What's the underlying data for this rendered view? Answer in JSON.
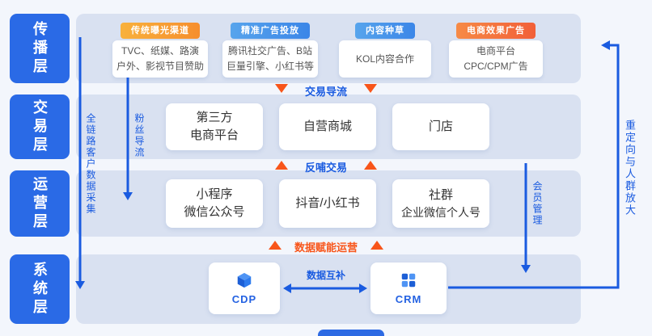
{
  "colors": {
    "layer_blue": "#2a6ae6",
    "line_blue": "#1a5be0",
    "accent_orange": "#f8551a",
    "header_orange": "#f59c30",
    "header_blue": "#3e8de8",
    "header_red": "#f2683c",
    "panel_bg": "#d9e1f1"
  },
  "layers": {
    "l1": "传播层",
    "l2": "交易层",
    "l3": "运营层",
    "l4": "系统层"
  },
  "channels": {
    "c1": {
      "header": "传统曝光渠道",
      "line1": "TVC、纸媒、路演",
      "line2": "户外、影视节目赞助"
    },
    "c2": {
      "header": "精准广告投放",
      "line1": "腾讯社交广告、B站",
      "line2": "巨量引擎、小红书等"
    },
    "c3": {
      "header": "内容种草",
      "line1": "KOL内容合作"
    },
    "c4": {
      "header": "电商效果广告",
      "line1": "电商平台",
      "line2": "CPC/CPM广告"
    }
  },
  "transaction": {
    "b1": {
      "line1": "第三方",
      "line2": "电商平台"
    },
    "b2": {
      "line1": "自营商城"
    },
    "b3": {
      "line1": "门店"
    }
  },
  "operation": {
    "b1": {
      "line1": "小程序",
      "line2": "微信公众号"
    },
    "b2": {
      "line1": "抖音/小红书"
    },
    "b3": {
      "line1": "社群",
      "line2": "企业微信个人号"
    }
  },
  "system": {
    "cdp": "CDP",
    "crm": "CRM",
    "bridge": "数据互补"
  },
  "flows": {
    "f1": "交易导流",
    "f2": "反哺交易",
    "f3": "数据赋能运营"
  },
  "annotations": {
    "left_outer": "全链路客户数据采集",
    "left_inner": "粉丝导流",
    "right_inner": "会员管理",
    "right_outer": "重定向与人群放大"
  }
}
